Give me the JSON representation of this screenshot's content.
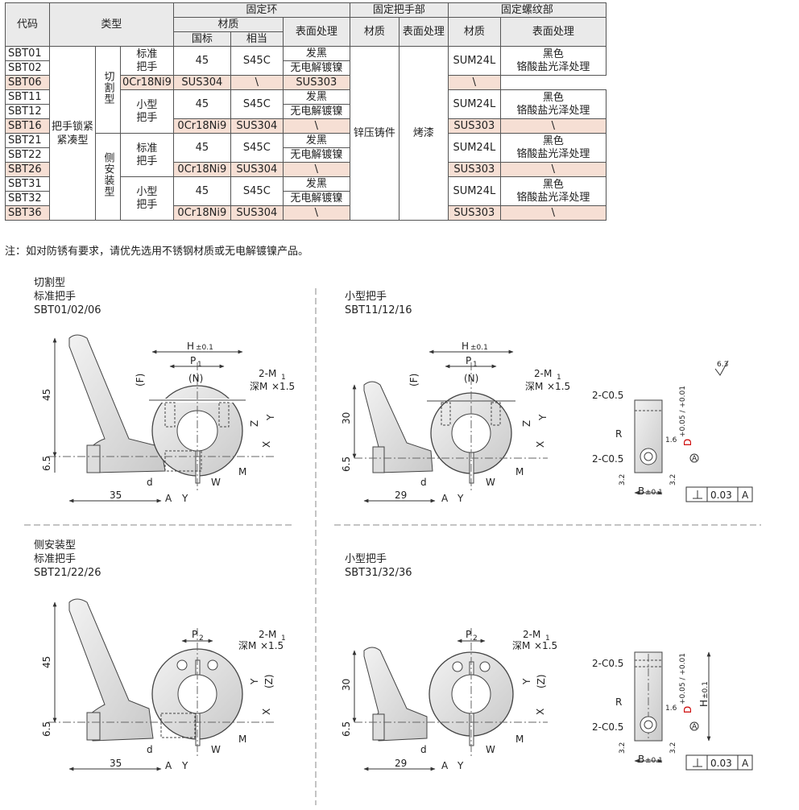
{
  "table": {
    "header": {
      "code": "代码",
      "type": "类型",
      "ring": "固定环",
      "material": "材质",
      "gb": "国标",
      "equiv": "相当",
      "surface": "表面处理",
      "handle": "固定把手部",
      "handle_material": "材质",
      "handle_surface": "表面处理",
      "thread": "固定螺纹部",
      "thread_material": "材质",
      "thread_surface": "表面处理"
    },
    "type_main": "把手锁紧紧凑型",
    "type_cut": "切割型",
    "type_side": "侧安装型",
    "standard_handle": "标准把手",
    "small_handle": "小型把手",
    "handle_material": "锌压铸件",
    "handle_surface": "烤漆",
    "groups": [
      {
        "codes": [
          "SBT01",
          "SBT02",
          "SBT06"
        ]
      },
      {
        "codes": [
          "SBT11",
          "SBT12",
          "SBT16"
        ]
      },
      {
        "codes": [
          "SBT21",
          "SBT22",
          "SBT26"
        ]
      },
      {
        "codes": [
          "SBT31",
          "SBT32",
          "SBT36"
        ]
      }
    ],
    "std_gb": "45",
    "std_eq": "S45C",
    "ss_gb": "0Cr18Ni9",
    "ss_eq": "SUS304",
    "surf_black": "发黑",
    "surf_nickel": "无电解镀镍",
    "surf_none": "\\",
    "thr_std": "SUM24L",
    "thr_ss": "SUS303",
    "thr_surf_line1": "黑色",
    "thr_surf_line2": "铬酸盐光泽处理",
    "thr_surf_none": "\\"
  },
  "note": "注：如对防锈有要求，请优先选用不锈钢材质或无电解镀镍产品。",
  "captions": {
    "cut_type": "切割型",
    "std_handle": "标准把手",
    "small_handle": "小型把手",
    "side_type": "侧安装型",
    "p1": "SBT01/02/06",
    "p2": "SBT11/12/16",
    "p3": "SBT21/22/26",
    "p4": "SBT31/32/36"
  },
  "dims": {
    "H": "H",
    "tol01": "±0.1",
    "P1": "P",
    "sub1": "1",
    "P2": "P",
    "sub2": "2",
    "N": "(N)",
    "F": "(F)",
    "Z": "(Z)",
    "M1": "2-M",
    "M1sub": "1",
    "depth": "深M",
    "depth_tail": "×1.5",
    "Z1": "Z",
    "Y1": "Y",
    "Y2": "Y",
    "X": "X",
    "h45": "45",
    "h30": "30",
    "h65": "6.5",
    "w35": "35",
    "w29": "29",
    "A": "A",
    "Y": "Y",
    "W": "W",
    "M": "M",
    "d": "d",
    "C05": "2-C0.5",
    "R": "R",
    "B": "B",
    "D": "D",
    "tolD": "+0.05 / +0.01",
    "v16": "1.6",
    "v32": "3.2",
    "rough": "6.3",
    "flat": "0.03",
    "datum": "A",
    "Hside": "H"
  }
}
